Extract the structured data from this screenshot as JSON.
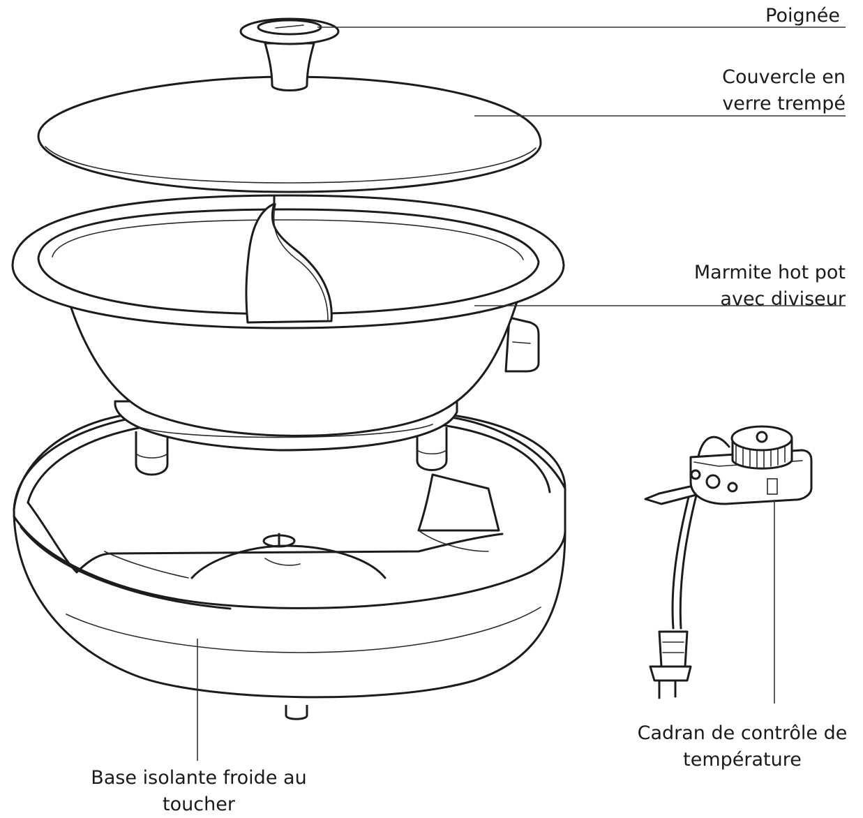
{
  "labels": {
    "handle": "Poignée",
    "lid_line1": "Couvercle en",
    "lid_line2": "verre trempé",
    "pot_line1": "Marmite hot pot",
    "pot_line2": "avec diviseur",
    "dial_line1": "Cadran de contrôle de",
    "dial_line2": "température",
    "base_line1": "Base isolante froide au",
    "base_line2": "toucher"
  }
}
